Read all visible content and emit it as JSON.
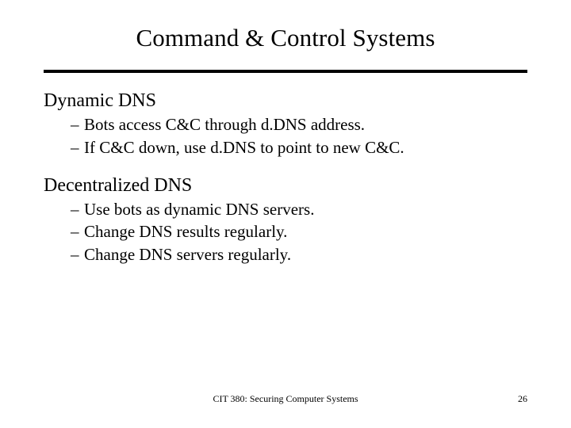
{
  "slide": {
    "title": "Command & Control Systems",
    "sections": [
      {
        "heading": "Dynamic DNS",
        "bullets": [
          "Bots access C&C through d.DNS address.",
          "If C&C down, use d.DNS to point to new C&C."
        ]
      },
      {
        "heading": "Decentralized DNS",
        "bullets": [
          "Use bots as dynamic DNS servers.",
          "Change DNS results regularly.",
          "Change DNS servers regularly."
        ]
      }
    ],
    "bullet_dash": "–",
    "footer": "CIT 380: Securing Computer Systems",
    "page_number": "26"
  }
}
